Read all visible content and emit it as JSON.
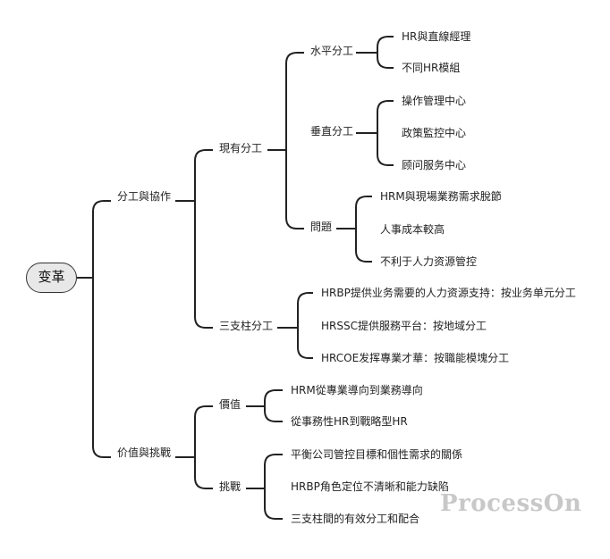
{
  "mindmap": {
    "root": "变革",
    "branches": [
      {
        "label": "分工與協作",
        "children": [
          {
            "label": "現有分工",
            "children": [
              {
                "label": "水平分工",
                "children": [
                  "HR與直線經理",
                  "不同HR模組"
                ]
              },
              {
                "label": "垂直分工",
                "children": [
                  "操作管理中心",
                  "政策監控中心",
                  "顾问服务中心"
                ]
              },
              {
                "label": "問題",
                "children": [
                  "HRM與現場業務需求脫節",
                  "人事成本較高",
                  "不利于人力资源管控"
                ]
              }
            ]
          },
          {
            "label": "三支柱分工",
            "children": [
              "HRBP提供业务需要的人力资源支持：按业务单元分工",
              "HRSSC提供服務平台：按地域分工",
              "HRCOE发挥專業才華：按職能模塊分工"
            ]
          }
        ]
      },
      {
        "label": "价值與挑戰",
        "children": [
          {
            "label": "價值",
            "children": [
              "HRM從專業導向到業務導向",
              "從事務性HR到戰略型HR"
            ]
          },
          {
            "label": "挑戰",
            "children": [
              "平衡公司管控目標和個性需求的關係",
              "HRBP角色定位不清晰和能力缺陷",
              "三支柱間的有效分工和配合"
            ]
          }
        ]
      }
    ]
  },
  "watermark": "ProcessOn"
}
